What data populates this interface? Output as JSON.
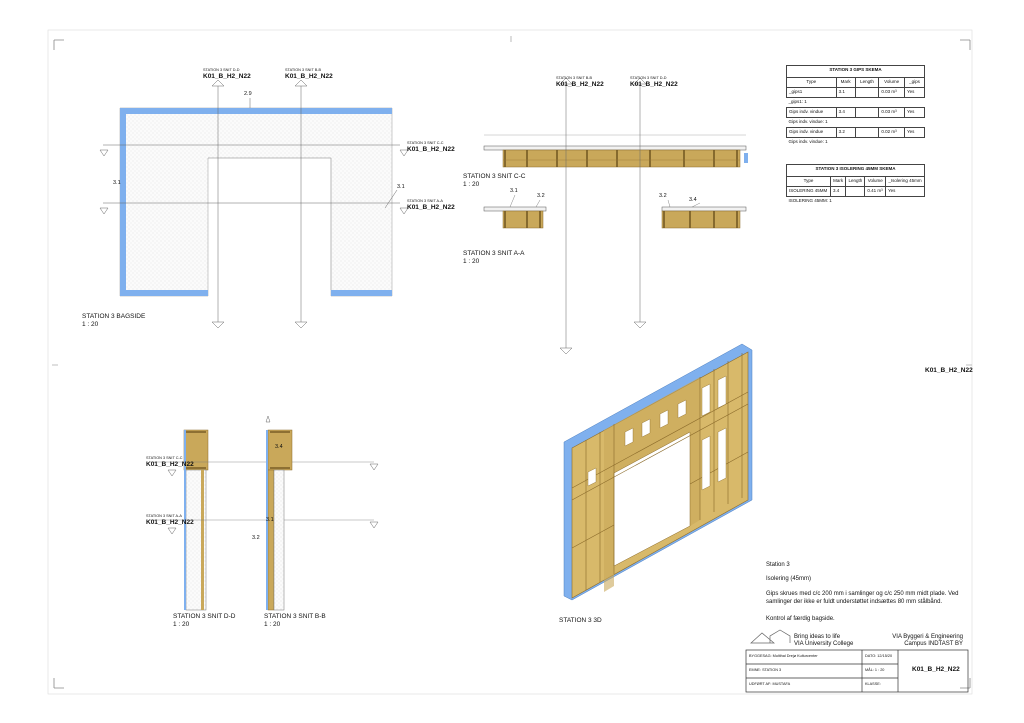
{
  "sheet": {
    "id": "K01_B_H2_N22"
  },
  "views": {
    "bagside": {
      "title": "STATION 3 BAGSIDE",
      "scale": "1 : 20",
      "dim_top": "2.9",
      "dim_left": "3.1",
      "dim_right": "3.1"
    },
    "snit_cc": {
      "title": "STATION 3 SNIT C-C",
      "scale": "1 : 20"
    },
    "snit_aa": {
      "title": "STATION 3 SNIT A-A",
      "scale": "1 : 20",
      "tags": [
        "3.1",
        "3.2",
        "3.2",
        "3.4"
      ]
    },
    "snit_dd": {
      "title": "STATION 3 SNIT D-D",
      "scale": "1 : 20"
    },
    "snit_bb": {
      "title": "STATION 3 SNIT B-B",
      "scale": "1 : 20",
      "tags": [
        "3.4",
        "3.1",
        "3.2"
      ]
    },
    "view_3d": {
      "title": "STATION 3 3D"
    }
  },
  "section_markers": [
    {
      "name": "STATION 3 SNIT D-D",
      "ref": "K01_B_H2_N22"
    },
    {
      "name": "STATION 3 SNIT B-B",
      "ref": "K01_B_H2_N22"
    },
    {
      "name": "STATION 3 SNIT C-C",
      "ref": "K01_B_H2_N22"
    },
    {
      "name": "STATION 3 SNIT A-A",
      "ref": "K01_B_H2_N22"
    },
    {
      "name": "STATION 3 SNIT B-B",
      "ref": "K01_B_H2_N22"
    },
    {
      "name": "STATION 3 SNIT D-D",
      "ref": "K01_B_H2_N22"
    },
    {
      "name": "STATION 3 SNIT C-C",
      "ref": "K01_B_H2_N22"
    },
    {
      "name": "STATION 3 SNIT A-A",
      "ref": "K01_B_H2_N22"
    }
  ],
  "gips_schedule": {
    "title": "STATION 3 GIPS SKEMA",
    "columns": [
      "Type",
      "Mark",
      "Length",
      "Volume",
      "_gips"
    ],
    "rows": [
      {
        "type": "_gips1",
        "mark": "3.1",
        "length": "",
        "volume": "0.03 m³",
        "flag": "Yes",
        "sub": "_gips1: 1"
      },
      {
        "type": "Gips indv. vindue",
        "mark": "3.4",
        "length": "",
        "volume": "0.03 m³",
        "flag": "Yes",
        "sub": "Gips indv. vindue: 1"
      },
      {
        "type": "Gips indv. vindue",
        "mark": "3.2",
        "length": "",
        "volume": "0.02 m³",
        "flag": "Yes",
        "sub": "Gips indv. vindue: 1"
      }
    ]
  },
  "isolering_schedule": {
    "title": "STATION 3 ISOLERING 45MM SKEMA",
    "columns": [
      "Type",
      "Mark",
      "Length",
      "Volume",
      "_Isolering 45mm"
    ],
    "rows": [
      {
        "type": "ISOLERING 45MM",
        "mark": "3.4",
        "length": "",
        "volume": "0.41 m³",
        "flag": "Yes",
        "sub": "ISOLERING 45MM: 1"
      }
    ]
  },
  "notes": {
    "station": "Station 3",
    "material": "Isolering (45mm)",
    "instruction": "Gips skrues med c/c 200 mm i samlinger og c/c 250 mm midt plade. Ved samlinger der ikke er fuldt understøttet indsættes 80 mm stålbånd.",
    "check": "Kontrol af færdig bagside."
  },
  "title_block": {
    "slogan_1": "Bring ideas to life",
    "slogan_2": "VIA University College",
    "company_1": "VIA Byggeri & Engineering",
    "company_2": "Campus INDTAST BY",
    "byggesag": "BYGGESAG: Multihal Drejø Kulturcenter",
    "emne": "EMNE: STATION 3",
    "udfort": "UDFØRT AF: MUSTAFA",
    "dato": "DATO: 12/15/20",
    "mal": "MÅL: 1 : 20",
    "klasse": "KLASSE:",
    "tegningsnr": "K01_B_H2_N22"
  },
  "colors": {
    "wood": "#c9a85a",
    "wood_dark": "#8a6a2a",
    "gypsum": "#7fb0ee",
    "hatch": "#d9d9d9"
  }
}
